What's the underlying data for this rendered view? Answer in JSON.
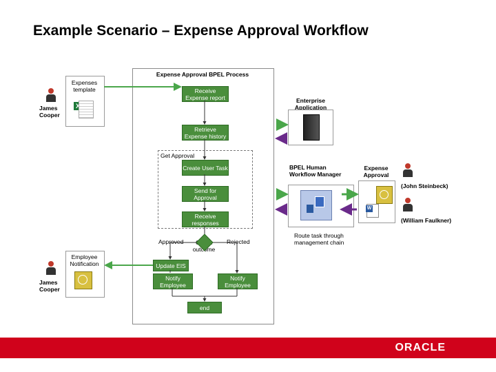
{
  "slide": {
    "title": "Example Scenario – Expense Approval Workflow"
  },
  "process": {
    "title": "Expense Approval BPEL Process",
    "steps": {
      "receive_report": "Receive Expense report",
      "retrieve_history": "Retrieve Expense history",
      "get_approval": "Get Approval",
      "create_task": "Create User Task",
      "send_approval": "Send for Approval",
      "receive_responses": "Receive responses",
      "approved": "Approved",
      "check_outcome": "Check outcome",
      "rejected": "Rejected",
      "update_eis": "Update EIS",
      "notify_left": "Notify Employee",
      "notify_right": "Notify Employee",
      "end": "end"
    }
  },
  "actors": {
    "requester_top": "James Cooper",
    "requester_bottom": "James Cooper",
    "approver_1": "(John Steinbeck)",
    "approver_2": "(William Faulkner)",
    "expense_approval": "Expense Approval"
  },
  "documents": {
    "expenses_template": "Expenses template",
    "employee_notification": "Employee Notification"
  },
  "systems": {
    "enterprise_app": "Enterprise Application",
    "workflow_manager": "BPEL Human Workflow Manager",
    "route_note": "Route task through management chain"
  },
  "footer": {
    "logo": "ORACLE"
  },
  "colors": {
    "step_green": "#4a8e3c",
    "arrow_green": "#4aa64a",
    "arrow_purple": "#6a2a8a",
    "brand_red": "#d0021b"
  }
}
